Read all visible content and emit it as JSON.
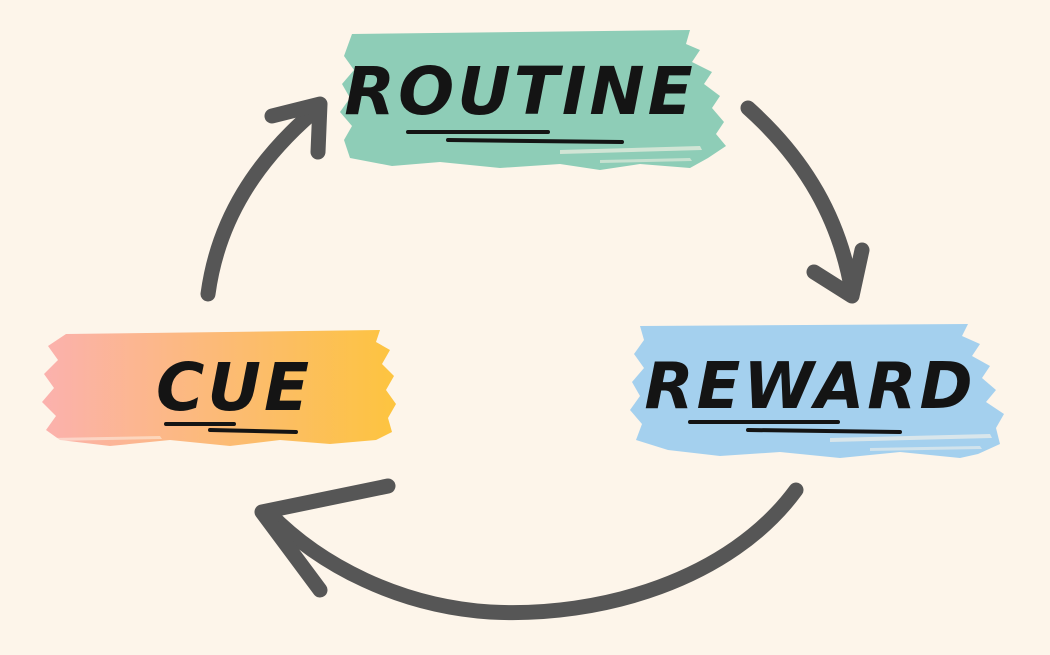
{
  "diagram": {
    "nodes": {
      "routine": {
        "label": "ROUTINE",
        "color": "#8ecdb7"
      },
      "reward": {
        "label": "REWARD",
        "color": "#a4d0ee"
      },
      "cue": {
        "label": "CUE",
        "gradient": [
          "#fbb1ae",
          "#fdc43f"
        ]
      }
    },
    "text_color": "#141414",
    "arrow_color": "#565656",
    "background": "#fdf5ea"
  }
}
